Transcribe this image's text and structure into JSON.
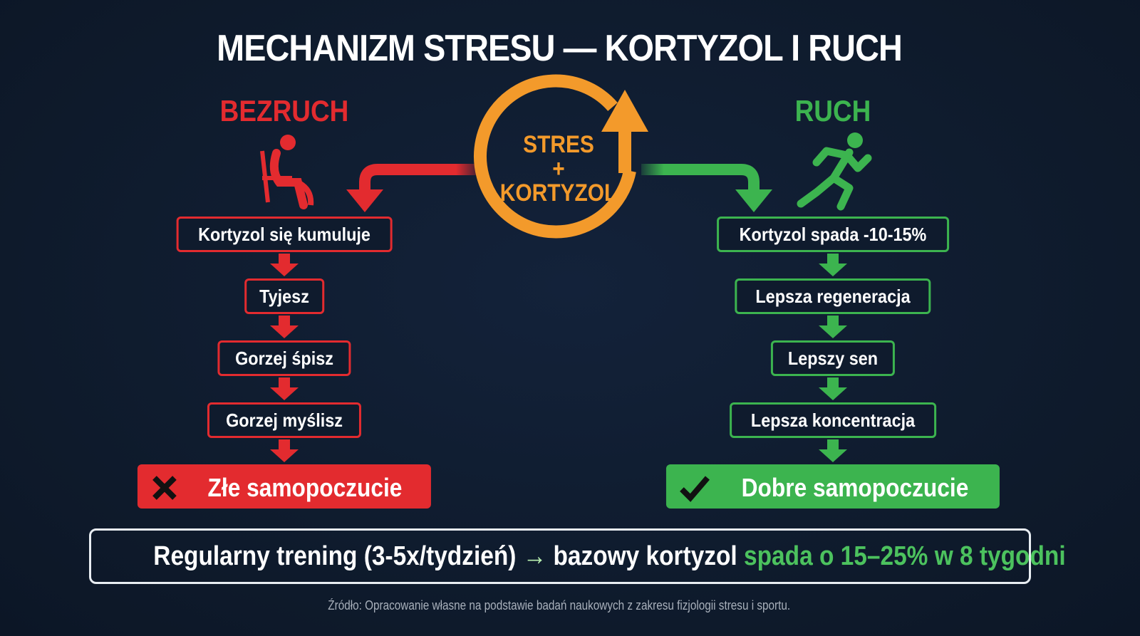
{
  "title": "MECHANIZM STRESU — KORTYZOL I RUCH",
  "center": {
    "line1": "STRES",
    "plus": "+",
    "line2": "KORTYZOL",
    "color": "#f39a2b"
  },
  "left": {
    "heading": "BEZRUCH",
    "icon": "sitting-person-icon",
    "color": "#e32b2f",
    "steps": [
      "Kortyzol się kumuluje",
      "Tyjesz",
      "Gorzej śpisz",
      "Gorzej myślisz"
    ],
    "result": "Złe samopoczucie",
    "result_icon": "x-mark-icon"
  },
  "right": {
    "heading": "RUCH",
    "icon": "running-person-icon",
    "color": "#3cb44f",
    "steps": [
      "Kortyzol spada -10-15%",
      "Lepsza regeneracja",
      "Lepszy sen",
      "Lepsza koncentracja"
    ],
    "result": "Dobre samopoczucie",
    "result_icon": "checkmark-icon"
  },
  "summary": {
    "part1": "Regularny trening (3-5x/tydzień)",
    "arrow": "→",
    "part2": "bazowy kortyzol",
    "part3": "spada o 15–25% w 8 tygodni"
  },
  "source": "Źródło: Opracowanie własne na podstawie badań naukowych z zakresu fizjologii stresu i sportu."
}
